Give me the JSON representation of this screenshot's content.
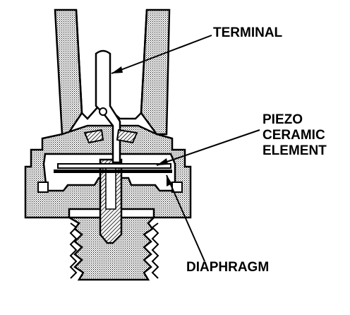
{
  "labels": {
    "terminal": "TERMINAL",
    "piezo_line1": "PIEZO",
    "piezo_line2": "CERAMIC",
    "piezo_line3": "ELEMENT",
    "diaphragm": "DIAPHRAGM"
  },
  "colors": {
    "ink": "#000000",
    "paper": "#ffffff",
    "housing_fill": "#888888"
  }
}
